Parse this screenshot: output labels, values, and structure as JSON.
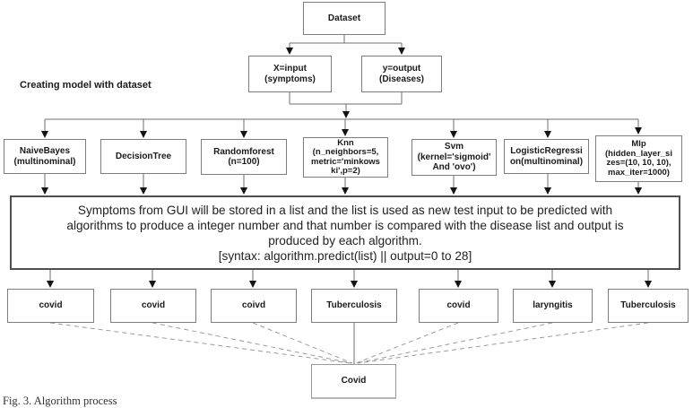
{
  "figure": {
    "side_note": "Creating model with dataset",
    "caption": "Fig. 3.  Algorithm process",
    "nodes": {
      "dataset": "Dataset",
      "input": "X=input\n(symptoms)",
      "output": "y=output\n(Diseases)",
      "description": "Symptoms from GUI will be stored in a list and the list is used as new test input to be predicted with\nalgorithms to produce a integer number and that number is compared with the disease list and output is\nproduced by each algorithm.\n[syntax: algorithm.predict(list) || output=0 to 28]",
      "final_result": "Covid"
    },
    "algorithms": [
      "NaiveBayes\n(multinominal)",
      "DecisionTree",
      "Randomforest\n(n=100)",
      "Knn\n(n_neighbors=5,\nmetric='minkows\nki',p=2)",
      "Svm\n(kernel='sigmoid'\nAnd 'ovo')",
      "LogisticRegressi\non(multinominal)",
      "Mlp\n(hidden_layer_si\nzes=(10, 10, 10),\nmax_iter=1000)"
    ],
    "results": [
      "covid",
      "covid",
      "coivd",
      "Tuberculosis",
      "covid",
      "laryngitis",
      "Tuberculosis"
    ]
  }
}
